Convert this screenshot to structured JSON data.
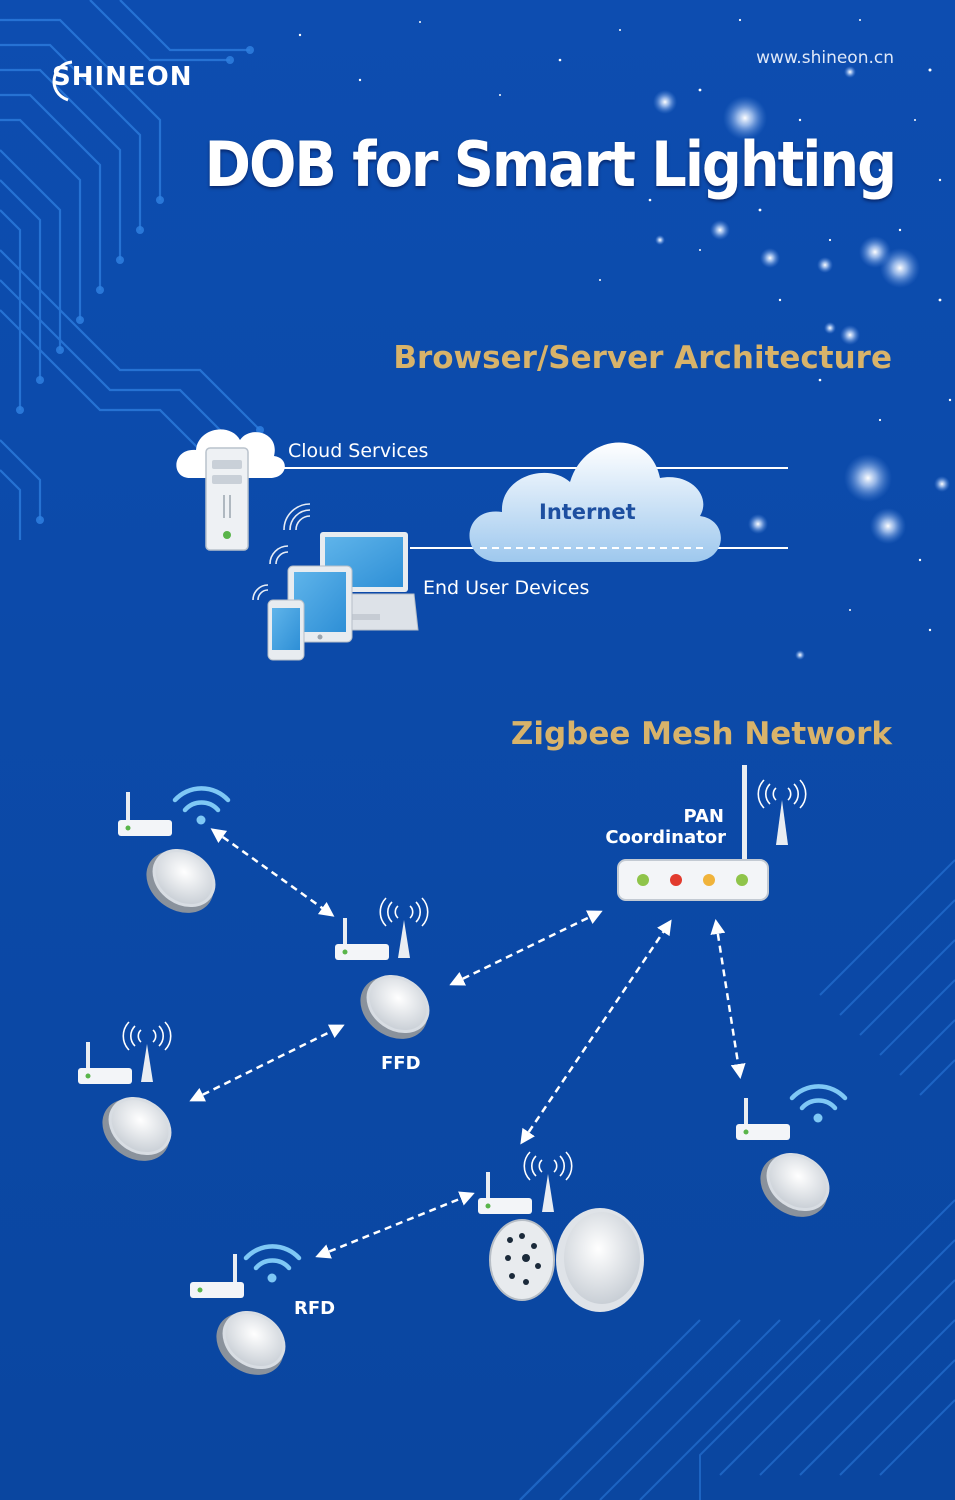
{
  "brand": {
    "logo_text": "SHINEON",
    "website": "www.shineon.cn"
  },
  "title": "DOB for Smart Lighting",
  "browser_server": {
    "title": "Browser/Server Architecture",
    "cloud_services": "Cloud Services",
    "internet": "Internet",
    "end_user_devices": "End User Devices"
  },
  "zigbee": {
    "title": "Zigbee Mesh Network",
    "pan_line1": "PAN",
    "pan_line2": "Coordinator",
    "ffd": "FFD",
    "rfd": "RFD"
  },
  "colors": {
    "background": "#0a4aa6",
    "section_title": "#d8b36a",
    "text": "#ffffff",
    "wifi": "#7fc8f5"
  }
}
